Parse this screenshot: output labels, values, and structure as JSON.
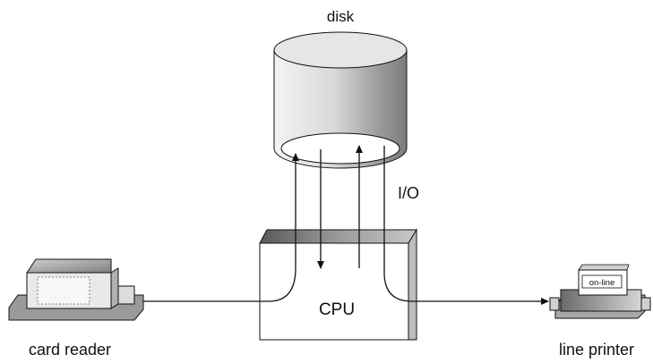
{
  "labels": {
    "disk": "disk",
    "io": "I/O",
    "cpu": "CPU",
    "card_reader": "card reader",
    "line_printer": "line printer",
    "printer_sign": "on-line"
  },
  "colors": {
    "stroke": "#111111",
    "shade_dark": "#8a8a8a",
    "shade_light": "#f2f2f2",
    "background": "#ffffff"
  },
  "icons": [
    "disk-icon",
    "cpu-box",
    "card-reader-icon",
    "line-printer-icon"
  ]
}
